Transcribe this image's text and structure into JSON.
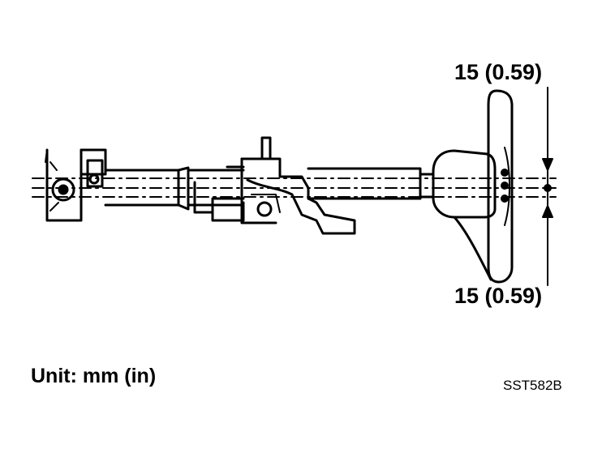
{
  "figure": {
    "dimension_top": "15 (0.59)",
    "dimension_bottom": "15 (0.59)",
    "unit_label": "Unit:  mm (in)",
    "figure_id": "SST582B"
  }
}
